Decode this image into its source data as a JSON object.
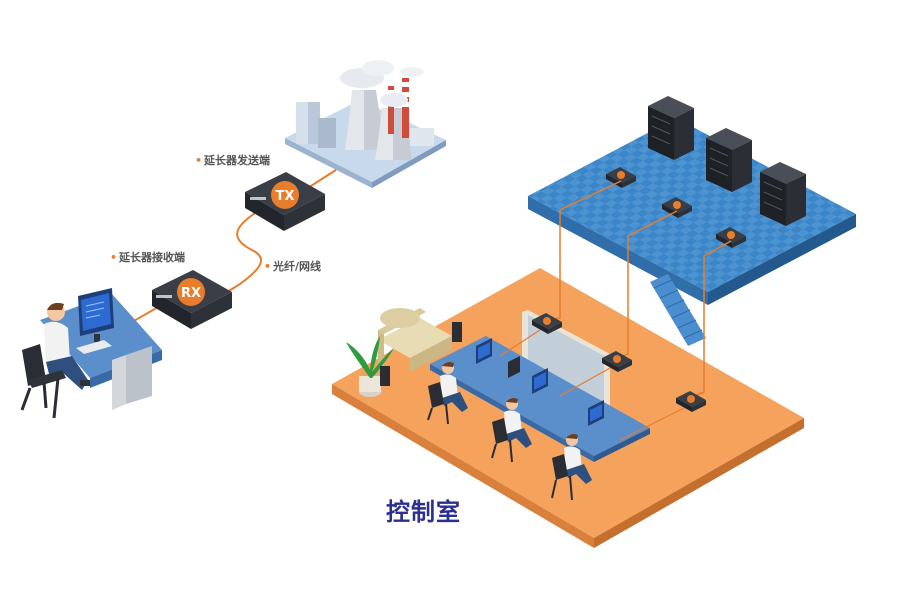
{
  "labels": {
    "tx_label": "延长器发送端",
    "rx_label": "延长器接收端",
    "fiber_label": "光纤/网线",
    "room_title": "控制室"
  },
  "devices": {
    "tx_badge": "TX",
    "rx_badge": "RX"
  },
  "colors": {
    "accent": "#e87d2c",
    "server_floor": "#3a82c4",
    "control_floor": "#f5a25d",
    "title": "#2b2f8f"
  },
  "icons": [
    "power-plant-icon",
    "server-rack-icon",
    "extender-box-icon",
    "operator-icon",
    "monitor-icon",
    "sofa-icon",
    "plant-icon"
  ]
}
